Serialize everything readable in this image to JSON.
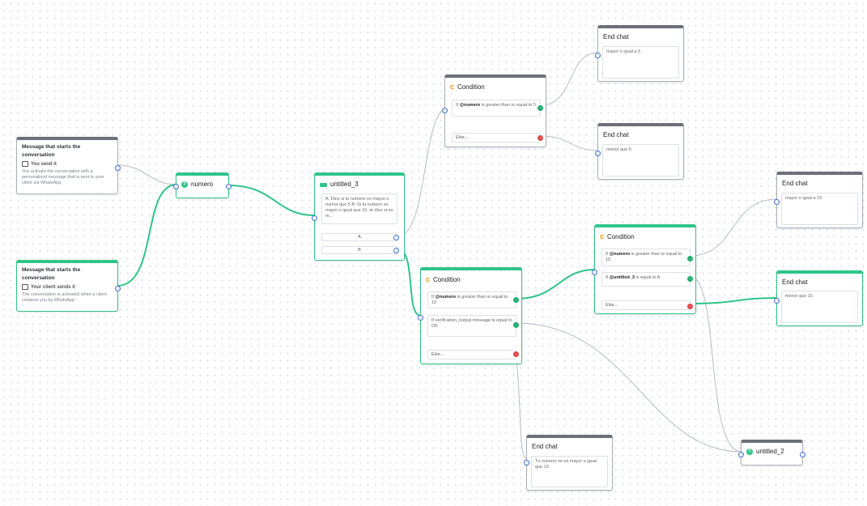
{
  "start_nodes": [
    {
      "title": "Message that starts the conversation",
      "actor": "You send it",
      "description": "You activate the conversation with a personalized message that is sent to your client via WhatsApp."
    },
    {
      "title": "Message that starts the conversation",
      "actor": "Your client sends it",
      "description": "The conversation is activated when a client contacts you by WhatsApp."
    }
  ],
  "numero_node": {
    "label": "numero",
    "icon": "question-bubble-icon"
  },
  "untitled_3_node": {
    "label": "untitled_3",
    "text": "A: Dice si tu numero es mayor o menor que 5 B: Si tu numero es mayor o igual que 10, te dice si es m...",
    "options": [
      "A",
      "B"
    ],
    "icon": "list-icon"
  },
  "condition_1": {
    "title": "Condition",
    "rule_prefix": "If ",
    "rule_var": "@numero",
    "rule_suffix": " is greater than or equal to 5",
    "else_label": "Else..."
  },
  "condition_2": {
    "title": "Condition",
    "rule1_prefix": "If ",
    "rule1_var": "@numero",
    "rule1_suffix": " is greater than or equal to 10",
    "rule2": "If verification_output.message is equal to OK",
    "else_label": "Else..."
  },
  "condition_3": {
    "title": "Condition",
    "rule1_prefix": "If ",
    "rule1_var": "@numero",
    "rule1_suffix": " is greater than or equal to 15",
    "rule2_prefix": "If ",
    "rule2_var": "@untitled_3",
    "rule2_suffix": " is equal to A",
    "else_label": "Else..."
  },
  "end_chats": [
    {
      "title": "End chat",
      "message": "mayor o igual a 5"
    },
    {
      "title": "End chat",
      "message": "menor que 5"
    },
    {
      "title": "End chat",
      "message": "mayor o igual a 15"
    },
    {
      "title": "End chat",
      "message": "menor que 15"
    },
    {
      "title": "End chat",
      "message": "Tu numero no es mayor o igual que 10"
    }
  ],
  "untitled_2_node": {
    "label": "untitled_2",
    "icon": "question-bubble-icon"
  },
  "colors": {
    "accent_green": "#2fc48a",
    "header_gray": "#6b7079",
    "port_blue": "#3b6fd8",
    "port_red": "#e04848",
    "condition_icon": "#f0a020"
  }
}
